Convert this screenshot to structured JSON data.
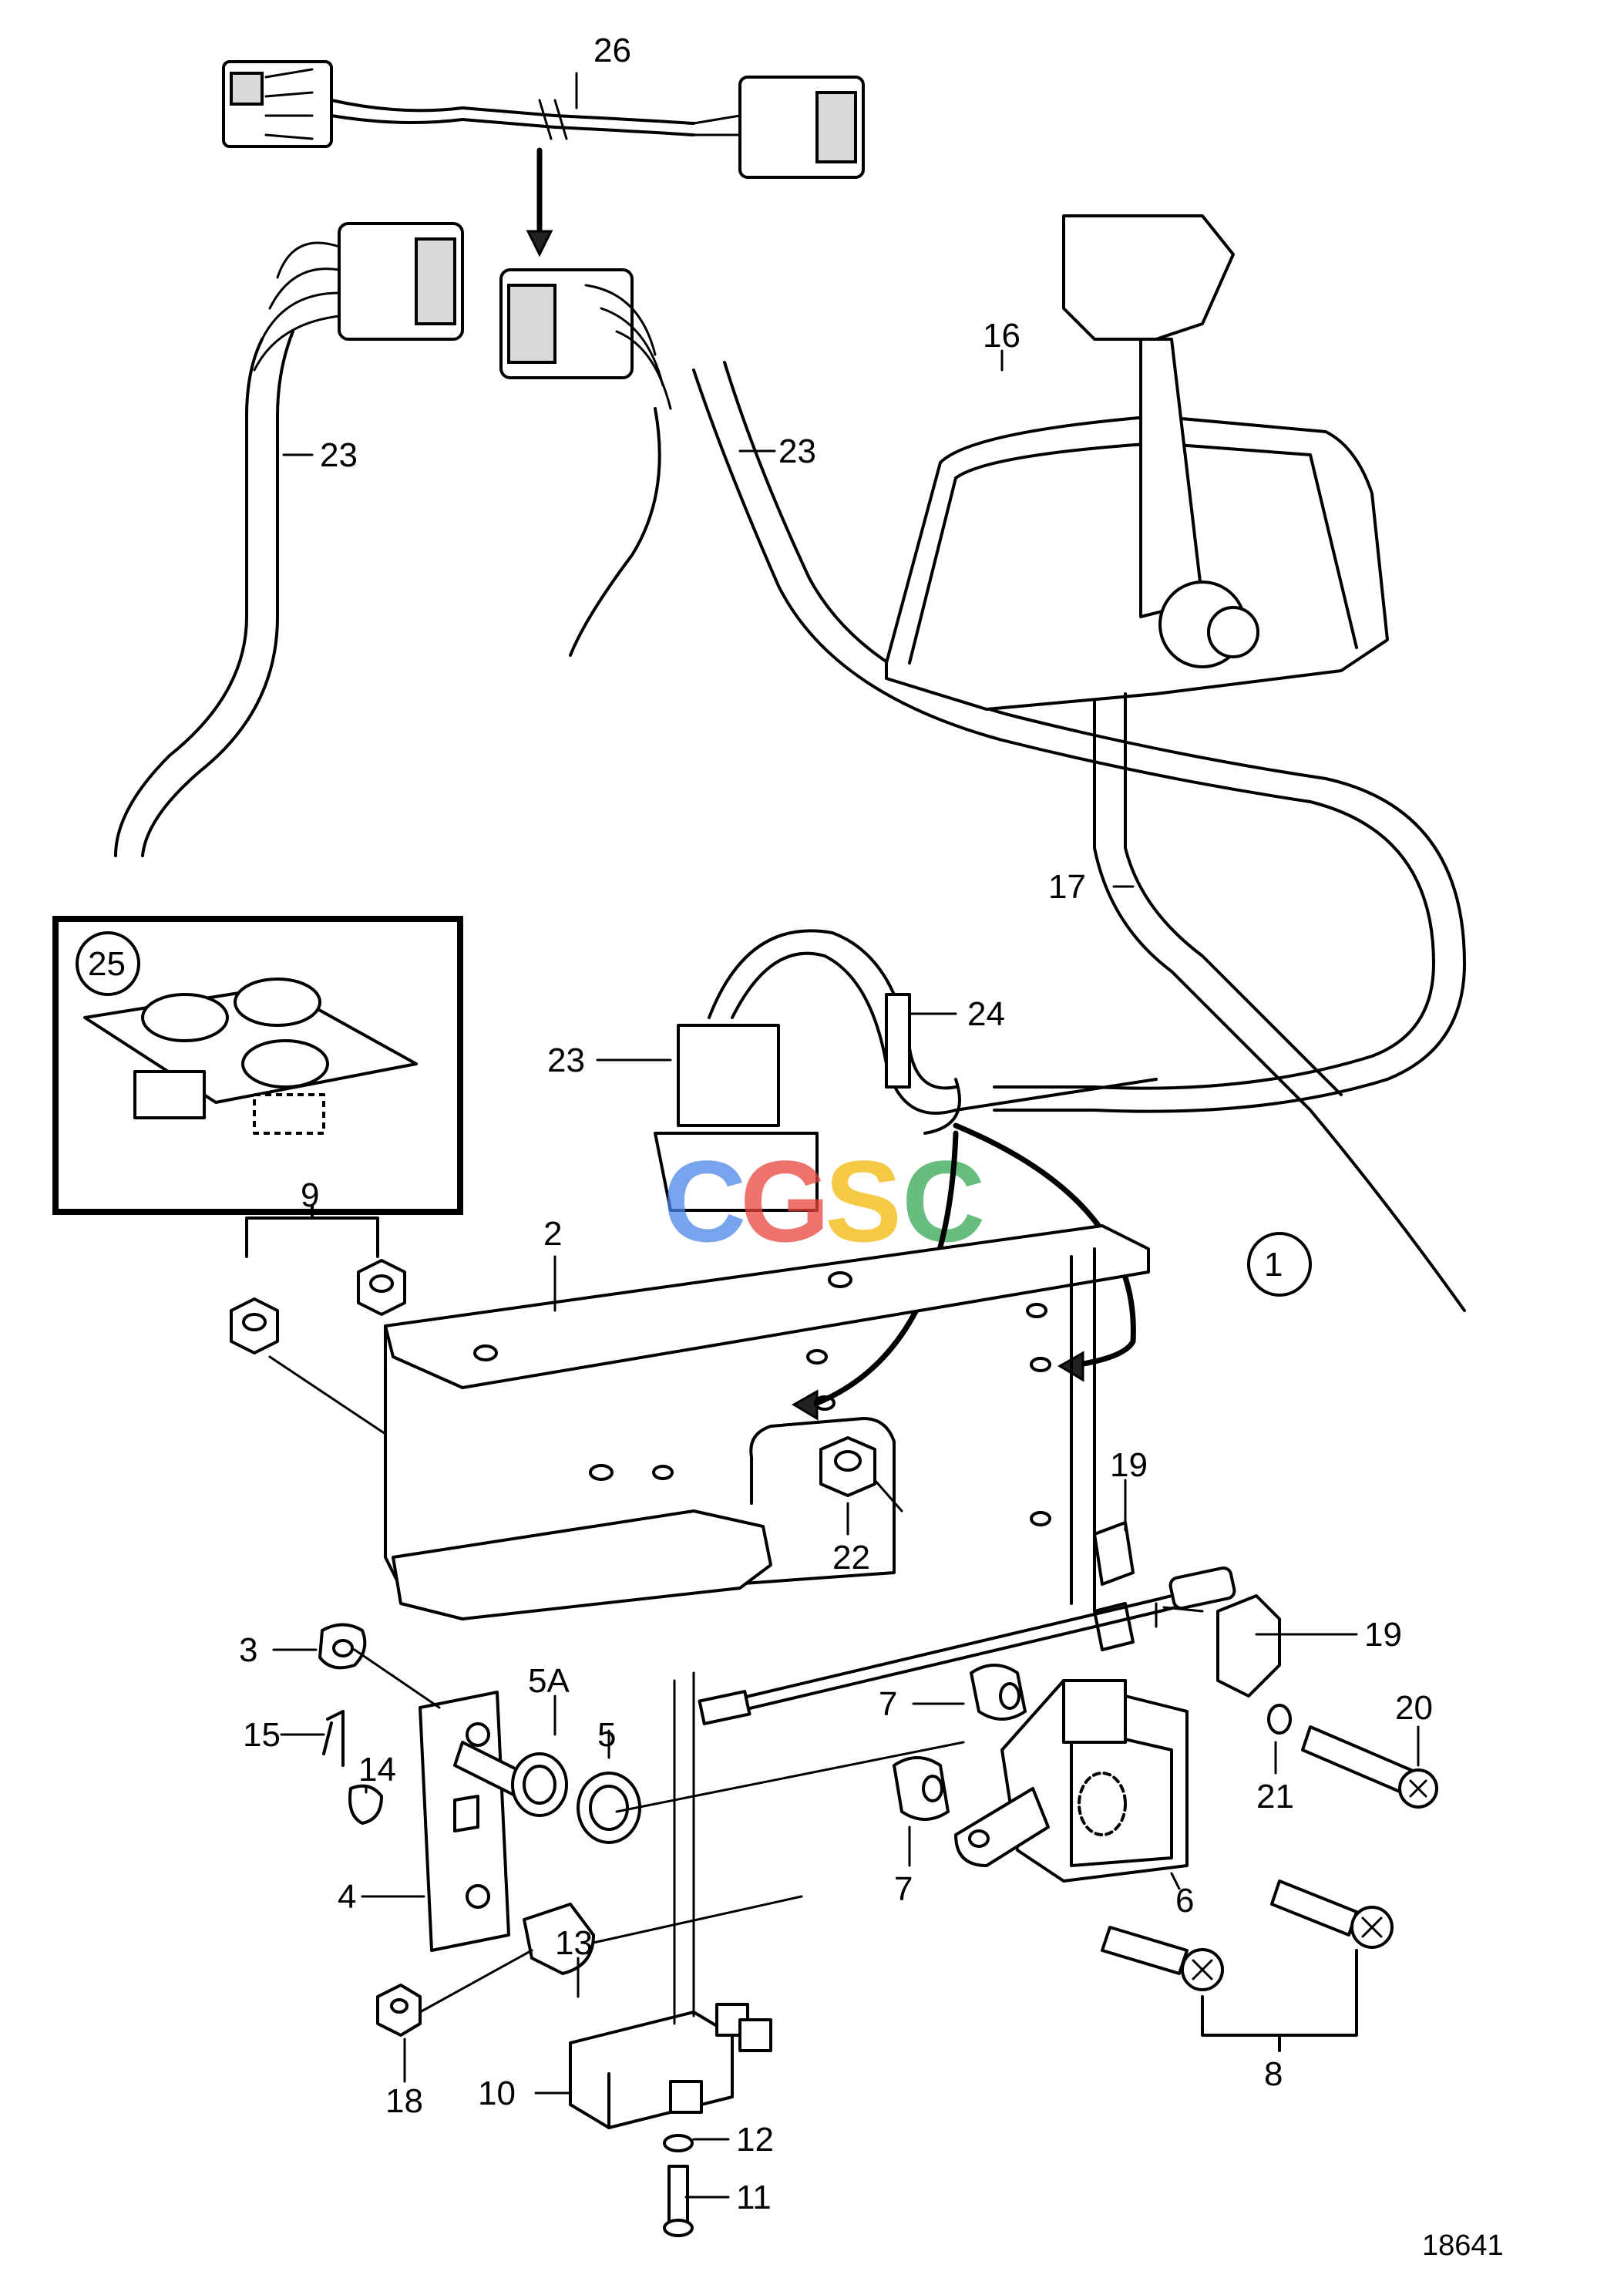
{
  "watermark": {
    "letters": [
      "C",
      "G",
      "S",
      "C"
    ],
    "colors": [
      "#4a86e8",
      "#e8453c",
      "#f2b705",
      "#34a853"
    ]
  },
  "reference_number": "18641",
  "labels": {
    "p1": "1",
    "p2": "2",
    "p3": "3",
    "p4": "4",
    "p5": "5",
    "p5a": "5A",
    "p6": "6",
    "p7a": "7",
    "p7b": "7",
    "p8": "8",
    "p9": "9",
    "p10": "10",
    "p11": "11",
    "p12": "12",
    "p13": "13",
    "p14": "14",
    "p15": "15",
    "p16": "16",
    "p17": "17",
    "p18": "18",
    "p19a": "19",
    "p19b": "19",
    "p20": "20",
    "p21": "21",
    "p22": "22",
    "p23a": "23",
    "p23b": "23",
    "p23c": "23",
    "p24": "24",
    "p25": "25",
    "p26": "26"
  }
}
